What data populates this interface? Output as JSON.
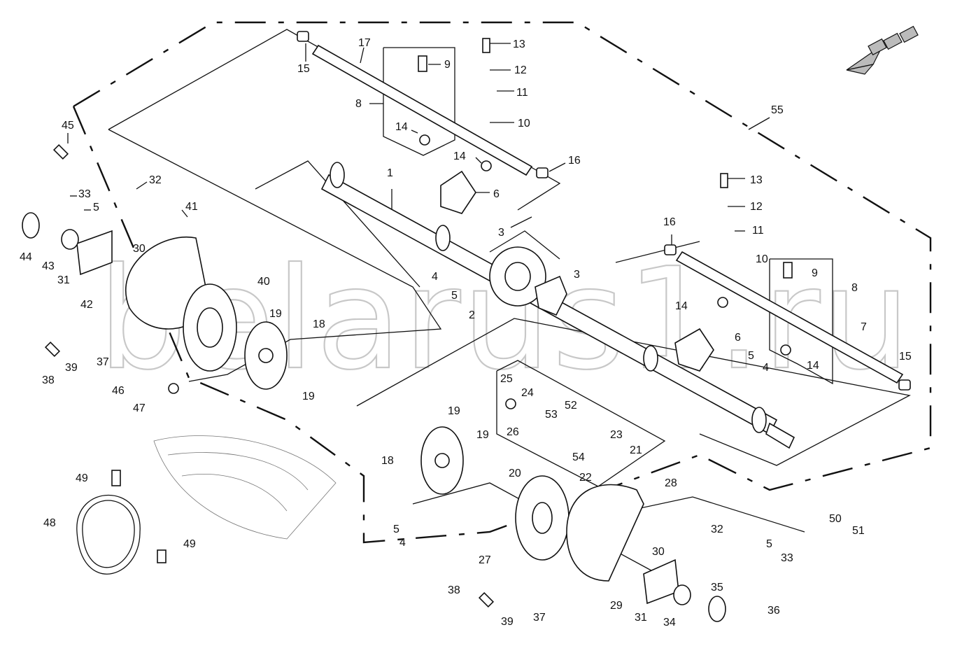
{
  "watermark": "belarus1.ru",
  "callouts": [
    {
      "id": "lbl-17",
      "text": "17"
    },
    {
      "id": "lbl-15a",
      "text": "15"
    },
    {
      "id": "lbl-13a",
      "text": "13"
    },
    {
      "id": "lbl-9a",
      "text": "9"
    },
    {
      "id": "lbl-12a",
      "text": "12"
    },
    {
      "id": "lbl-11a",
      "text": "11"
    },
    {
      "id": "lbl-8a",
      "text": "8"
    },
    {
      "id": "lbl-10a",
      "text": "10"
    },
    {
      "id": "lbl-14a",
      "text": "14"
    },
    {
      "id": "lbl-14b",
      "text": "14"
    },
    {
      "id": "lbl-16a",
      "text": "16"
    },
    {
      "id": "lbl-55",
      "text": "55"
    },
    {
      "id": "lbl-45",
      "text": "45"
    },
    {
      "id": "lbl-32a",
      "text": "32"
    },
    {
      "id": "lbl-33a",
      "text": "33"
    },
    {
      "id": "lbl-5a",
      "text": "5"
    },
    {
      "id": "lbl-41",
      "text": "41"
    },
    {
      "id": "lbl-1",
      "text": "1"
    },
    {
      "id": "lbl-6a",
      "text": "6"
    },
    {
      "id": "lbl-3a",
      "text": "3"
    },
    {
      "id": "lbl-13b",
      "text": "13"
    },
    {
      "id": "lbl-12b",
      "text": "12"
    },
    {
      "id": "lbl-16b",
      "text": "16"
    },
    {
      "id": "lbl-11b",
      "text": "11"
    },
    {
      "id": "lbl-44",
      "text": "44"
    },
    {
      "id": "lbl-43",
      "text": "43"
    },
    {
      "id": "lbl-31a",
      "text": "31"
    },
    {
      "id": "lbl-30a",
      "text": "30"
    },
    {
      "id": "lbl-42",
      "text": "42"
    },
    {
      "id": "lbl-40",
      "text": "40"
    },
    {
      "id": "lbl-4a",
      "text": "4"
    },
    {
      "id": "lbl-3b",
      "text": "3"
    },
    {
      "id": "lbl-10b",
      "text": "10"
    },
    {
      "id": "lbl-9b",
      "text": "9"
    },
    {
      "id": "lbl-8b",
      "text": "8"
    },
    {
      "id": "lbl-5b",
      "text": "5"
    },
    {
      "id": "lbl-2",
      "text": "2"
    },
    {
      "id": "lbl-14c",
      "text": "14"
    },
    {
      "id": "lbl-19a",
      "text": "19"
    },
    {
      "id": "lbl-18a",
      "text": "18"
    },
    {
      "id": "lbl-7",
      "text": "7"
    },
    {
      "id": "lbl-6b",
      "text": "6"
    },
    {
      "id": "lbl-38a",
      "text": "38"
    },
    {
      "id": "lbl-39a",
      "text": "39"
    },
    {
      "id": "lbl-37a",
      "text": "37"
    },
    {
      "id": "lbl-5c",
      "text": "5"
    },
    {
      "id": "lbl-4b",
      "text": "4"
    },
    {
      "id": "lbl-14d",
      "text": "14"
    },
    {
      "id": "lbl-15b",
      "text": "15"
    },
    {
      "id": "lbl-46",
      "text": "46"
    },
    {
      "id": "lbl-19b",
      "text": "19"
    },
    {
      "id": "lbl-47",
      "text": "47"
    },
    {
      "id": "lbl-25",
      "text": "25"
    },
    {
      "id": "lbl-24",
      "text": "24"
    },
    {
      "id": "lbl-19c",
      "text": "19"
    },
    {
      "id": "lbl-52",
      "text": "52"
    },
    {
      "id": "lbl-53",
      "text": "53"
    },
    {
      "id": "lbl-26",
      "text": "26"
    },
    {
      "id": "lbl-19d",
      "text": "19"
    },
    {
      "id": "lbl-23",
      "text": "23"
    },
    {
      "id": "lbl-18b",
      "text": "18"
    },
    {
      "id": "lbl-54",
      "text": "54"
    },
    {
      "id": "lbl-21",
      "text": "21"
    },
    {
      "id": "lbl-20",
      "text": "20"
    },
    {
      "id": "lbl-22",
      "text": "22"
    },
    {
      "id": "lbl-49a",
      "text": "49"
    },
    {
      "id": "lbl-28",
      "text": "28"
    },
    {
      "id": "lbl-48",
      "text": "48"
    },
    {
      "id": "lbl-5d",
      "text": "5"
    },
    {
      "id": "lbl-4c",
      "text": "4"
    },
    {
      "id": "lbl-32b",
      "text": "32"
    },
    {
      "id": "lbl-50",
      "text": "50"
    },
    {
      "id": "lbl-51",
      "text": "51"
    },
    {
      "id": "lbl-49b",
      "text": "49"
    },
    {
      "id": "lbl-27",
      "text": "27"
    },
    {
      "id": "lbl-30b",
      "text": "30"
    },
    {
      "id": "lbl-5e",
      "text": "5"
    },
    {
      "id": "lbl-33b",
      "text": "33"
    },
    {
      "id": "lbl-38b",
      "text": "38"
    },
    {
      "id": "lbl-29",
      "text": "29"
    },
    {
      "id": "lbl-35",
      "text": "35"
    },
    {
      "id": "lbl-39b",
      "text": "39"
    },
    {
      "id": "lbl-37b",
      "text": "37"
    },
    {
      "id": "lbl-31b",
      "text": "31"
    },
    {
      "id": "lbl-34",
      "text": "34"
    },
    {
      "id": "lbl-36",
      "text": "36"
    }
  ]
}
